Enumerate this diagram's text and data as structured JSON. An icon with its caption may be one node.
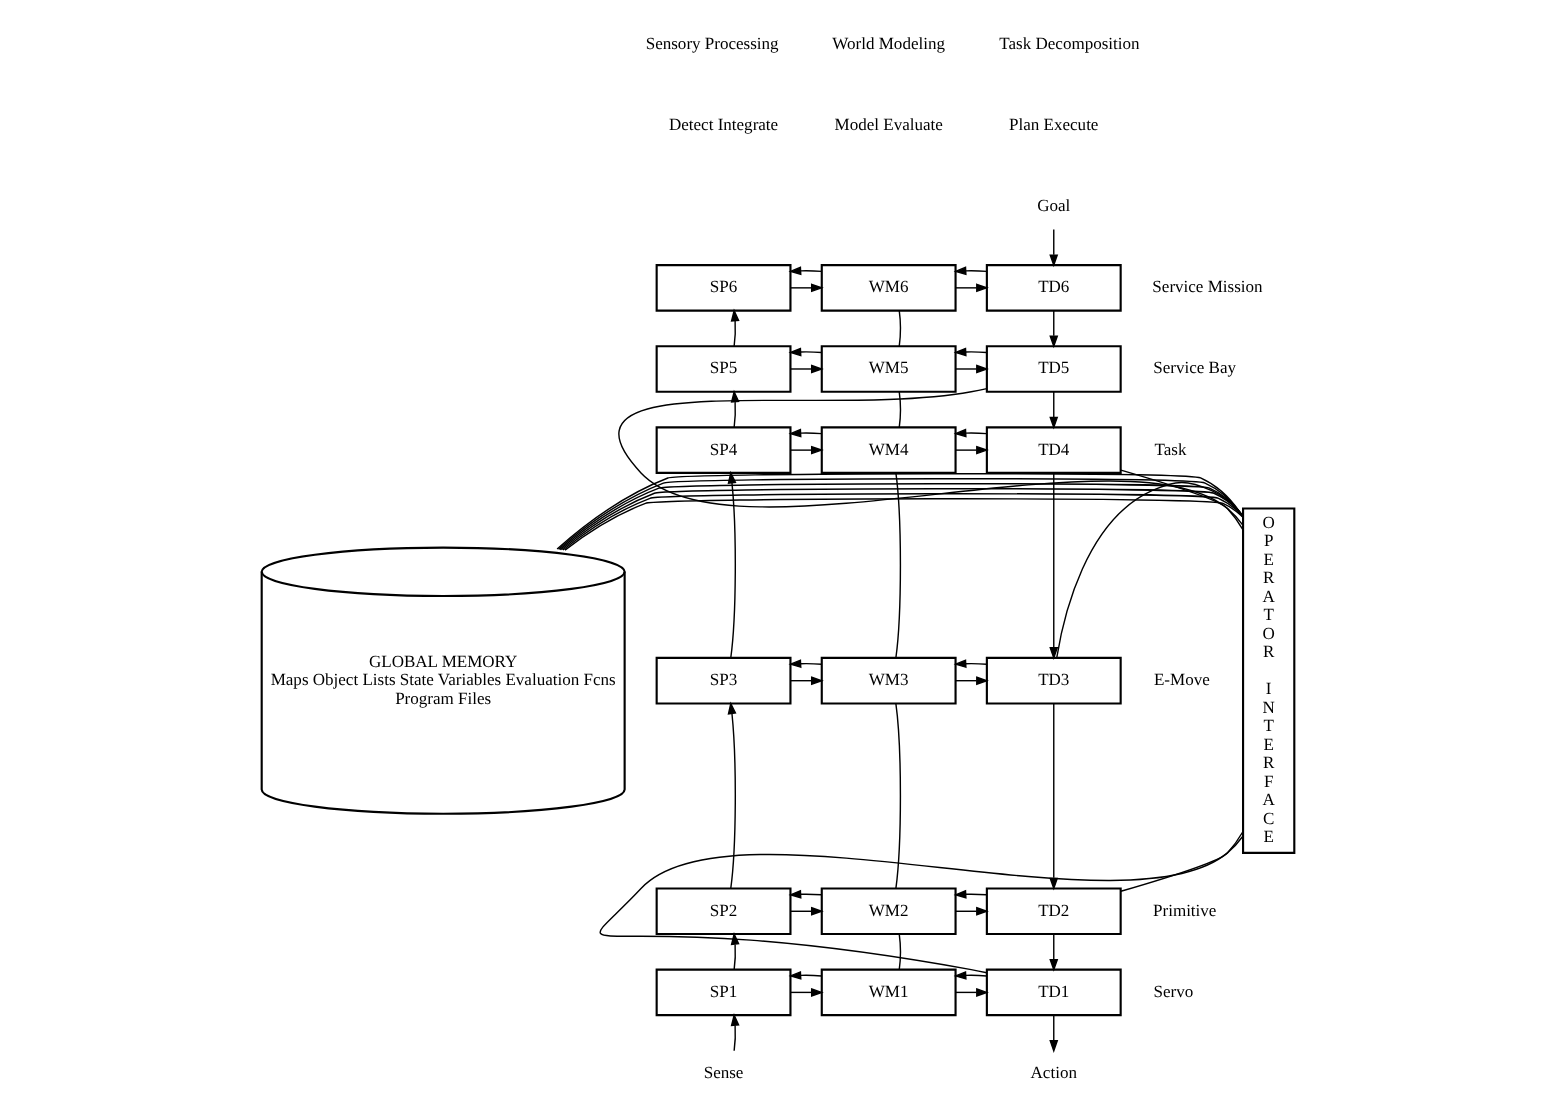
{
  "diagram": {
    "nodes": [
      {
        "text": [
          "Goal"
        ]
      },
      {
        "text": [
          "GLOBAL MEMORY",
          "Maps Object Lists State Variables Evaluation Fcns",
          "Program Files"
        ]
      },
      {
        "text": [
          "SP6"
        ]
      },
      {
        "text": [
          "WM6"
        ]
      },
      {
        "text": [
          "TD6"
        ],
        "beside": [
          "Service Mission"
        ]
      },
      {
        "text": [
          "OPERATOR INTERFACE"
        ]
      },
      {
        "text": [
          "SP5"
        ]
      },
      {
        "text": [
          "WM5"
        ]
      },
      {
        "text": [
          "TD5"
        ],
        "beside": [
          "Service Bay"
        ]
      },
      {
        "text": [
          "SP4"
        ]
      },
      {
        "text": [
          "WM4"
        ]
      },
      {
        "text": [
          "TD4"
        ],
        "beside": [
          "Task"
        ]
      },
      {
        "text": [
          "SP3"
        ]
      },
      {
        "text": [
          "WM3"
        ]
      },
      {
        "text": [
          "TD3"
        ],
        "beside": [
          "E-Move"
        ]
      },
      {
        "text": [
          "SP2"
        ]
      },
      {
        "text": [
          "WM2"
        ]
      },
      {
        "text": [
          "TD2"
        ],
        "beside": [
          "Primitive"
        ]
      },
      {
        "text": [
          "SP1"
        ]
      },
      {
        "text": [
          "WM1"
        ]
      },
      {
        "text": [
          "TD1"
        ],
        "beside": [
          "Servo"
        ]
      },
      {
        "text": [
          "Sense"
        ]
      },
      {
        "text": [
          "Action"
        ]
      }
    ],
    "edges": [
      {
        "from": 0,
        "to": 4,
        "arrow": "to"
      },
      {
        "from": 2,
        "to": 3,
        "arrow": "to"
      },
      {
        "from": 3,
        "to": 2,
        "arrow": "to"
      },
      {
        "from": 3,
        "to": 4,
        "arrow": "to"
      },
      {
        "from": 4,
        "to": 3,
        "arrow": "to"
      },
      {
        "from": 6,
        "to": 2,
        "arrow": "to"
      },
      {
        "from": 3,
        "to": 7,
        "arrow": "none"
      },
      {
        "from": 4,
        "to": 8,
        "arrow": "to"
      },
      {
        "from": 6,
        "to": 7,
        "arrow": "to"
      },
      {
        "from": 7,
        "to": 6,
        "arrow": "to"
      },
      {
        "from": 7,
        "to": 8,
        "arrow": "to"
      },
      {
        "from": 8,
        "to": 7,
        "arrow": "to"
      },
      {
        "from": 8,
        "to": 5,
        "arrow": "none"
      },
      {
        "from": 9,
        "to": 6,
        "arrow": "to"
      },
      {
        "from": 7,
        "to": 10,
        "arrow": "none"
      },
      {
        "from": 8,
        "to": 11,
        "arrow": "to"
      },
      {
        "from": 9,
        "to": 10,
        "arrow": "to"
      },
      {
        "from": 10,
        "to": 9,
        "arrow": "to"
      },
      {
        "from": 10,
        "to": 11,
        "arrow": "to"
      },
      {
        "from": 11,
        "to": 10,
        "arrow": "to"
      },
      {
        "from": 11,
        "to": 5,
        "arrow": "none"
      },
      {
        "from": 12,
        "to": 9,
        "arrow": "to"
      },
      {
        "from": 10,
        "to": 13,
        "arrow": "none"
      },
      {
        "from": 11,
        "to": 14,
        "arrow": "to"
      },
      {
        "from": 12,
        "to": 13,
        "arrow": "to"
      },
      {
        "from": 13,
        "to": 12,
        "arrow": "to"
      },
      {
        "from": 13,
        "to": 14,
        "arrow": "to"
      },
      {
        "from": 14,
        "to": 13,
        "arrow": "to"
      },
      {
        "from": 14,
        "to": 5,
        "arrow": "none"
      },
      {
        "from": 15,
        "to": 12,
        "arrow": "to"
      },
      {
        "from": 13,
        "to": 16,
        "arrow": "none"
      },
      {
        "from": 14,
        "to": 17,
        "arrow": "to"
      },
      {
        "from": 15,
        "to": 16,
        "arrow": "to"
      },
      {
        "from": 16,
        "to": 15,
        "arrow": "to"
      },
      {
        "from": 16,
        "to": 17,
        "arrow": "to"
      },
      {
        "from": 17,
        "to": 16,
        "arrow": "to"
      },
      {
        "from": 17,
        "to": 5,
        "arrow": "none"
      },
      {
        "from": 18,
        "to": 15,
        "arrow": "to"
      },
      {
        "from": 16,
        "to": 19,
        "arrow": "none"
      },
      {
        "from": 17,
        "to": 20,
        "arrow": "to"
      },
      {
        "from": 18,
        "to": 19,
        "arrow": "to"
      },
      {
        "from": 19,
        "to": 18,
        "arrow": "to"
      },
      {
        "from": 19,
        "to": 20,
        "arrow": "to"
      },
      {
        "from": 20,
        "to": 19,
        "arrow": "to"
      },
      {
        "from": 20,
        "to": 5,
        "arrow": "none"
      },
      {
        "from": 21,
        "to": 18,
        "arrow": "to"
      },
      {
        "from": 20,
        "to": 22,
        "arrow": "to"
      },
      {
        "from": 1,
        "to": 5,
        "arrow": "none"
      },
      {
        "from": 1,
        "to": 5,
        "arrow": "none"
      },
      {
        "from": 1,
        "to": 5,
        "arrow": "none"
      },
      {
        "from": 1,
        "to": 5,
        "arrow": "none"
      },
      {
        "from": 1,
        "to": 5,
        "arrow": "none"
      },
      {
        "from": 1,
        "to": 5,
        "arrow": "none"
      }
    ],
    "labels": [
      "Sensory Processing",
      "World Modeling",
      "Task Decomposition",
      "Detect Integrate",
      "Model Evaluate",
      "Plan Execute"
    ]
  }
}
